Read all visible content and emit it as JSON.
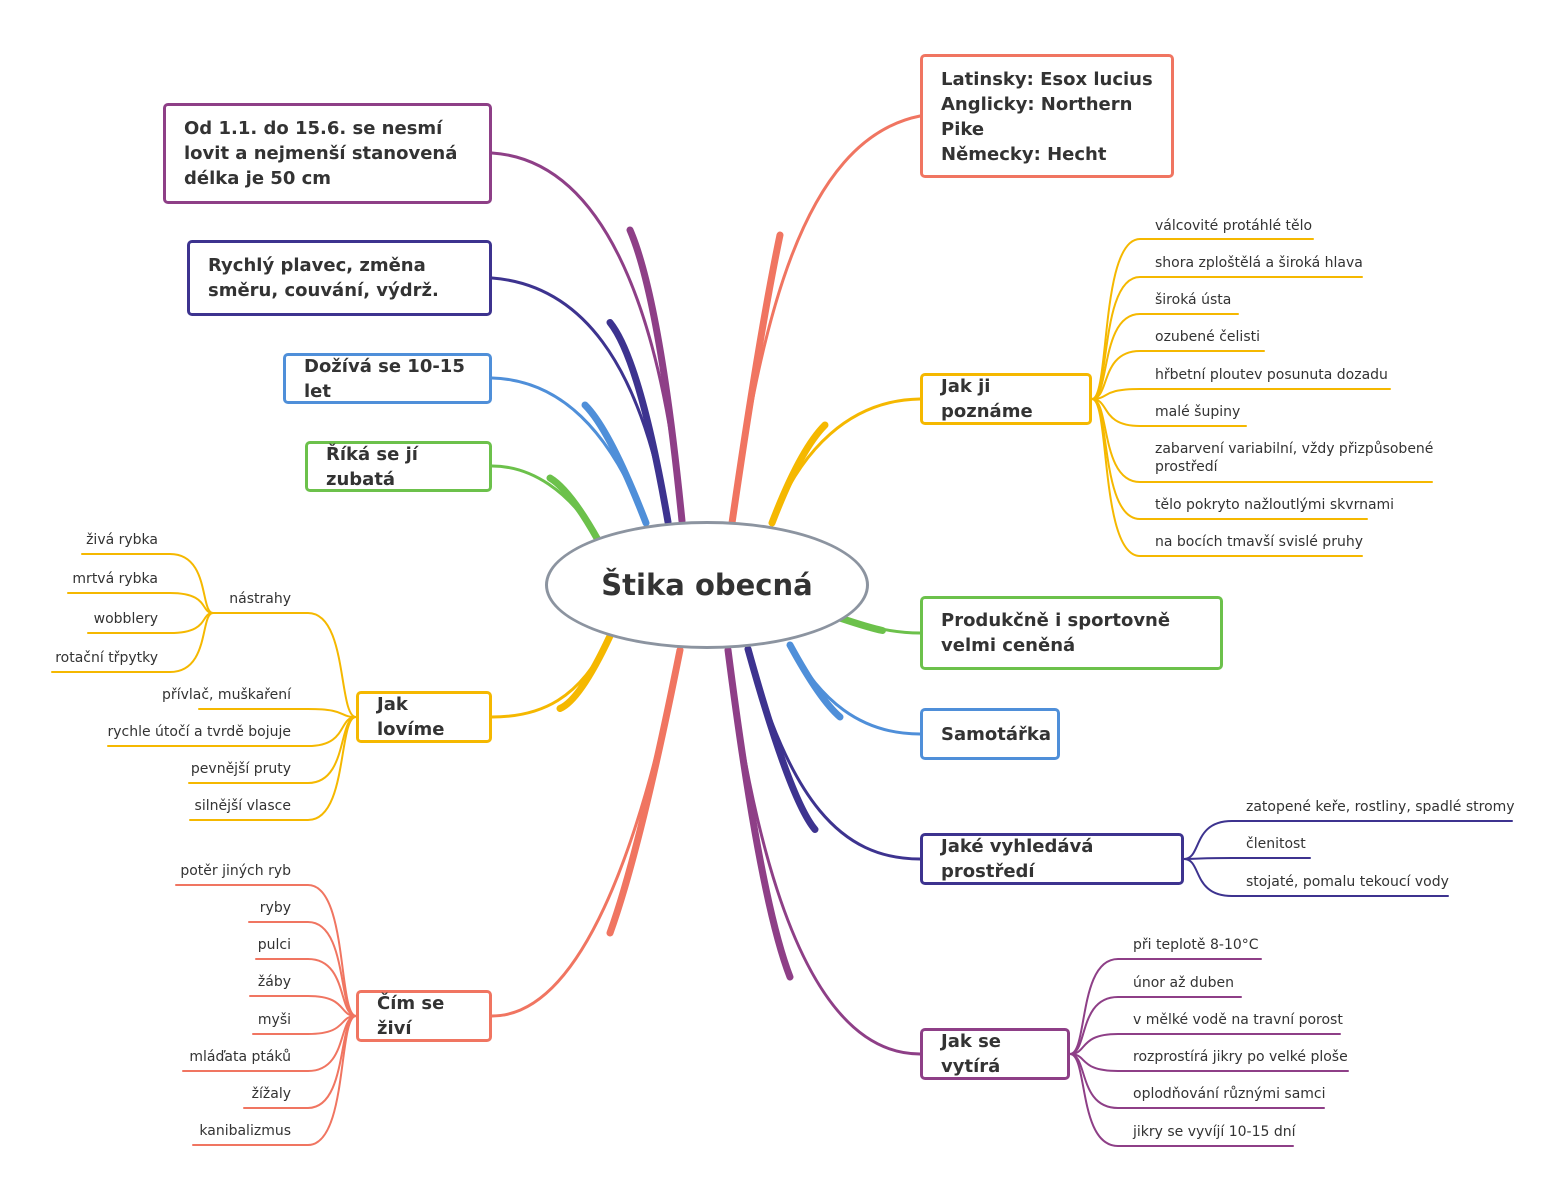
{
  "central": {
    "label": "Štika obecná"
  },
  "colors": {
    "salmon": "#f07561",
    "yellow": "#f5b800",
    "green": "#6cc14b",
    "blue": "#4f8fd9",
    "navy": "#3d338f",
    "purple": "#8e3f87",
    "central_border": "#8c94a0"
  },
  "topics": {
    "latin_names": {
      "label": "Latinsky: Esox lucius\nAnglicky: Northern Pike\nNěmecky: Hecht"
    },
    "recognize": {
      "label": "Jak ji poznáme",
      "items": [
        "válcovité protáhlé tělo",
        "shora zploštělá a široká hlava",
        "široká ústa",
        "ozubené čelisti",
        "hřbetní ploutev posunuta dozadu",
        "malé šupiny",
        "zabarvení variabilní, vždy přizpůsobené prostředí",
        "tělo pokryto nažloutlými skvrnami",
        "na bocích tmavší svislé pruhy"
      ]
    },
    "valued": {
      "label": "Produkčně i sportovně velmi ceněná"
    },
    "solitary": {
      "label": "Samotářka"
    },
    "environment": {
      "label": "Jaké vyhledává prostředí",
      "items": [
        "zatopené keře, rostliny, spadlé stromy",
        "členitost",
        "stojaté, pomalu tekoucí vody"
      ]
    },
    "spawning": {
      "label": "Jak se vytírá",
      "items": [
        "při teplotě 8-10°C",
        "únor až duben",
        "v mělké vodě na travní porost",
        "rozprostírá jikry po velké ploše",
        "oplodňování různými samci",
        "jikry se vyvíjí 10-15 dní"
      ]
    },
    "season": {
      "label": "Od 1.1. do 15.6. se nesmí lovit a nejmenší stanovená délka je 50 cm"
    },
    "swimmer": {
      "label": "Rychlý plavec, změna směru, couvání, výdrž."
    },
    "lifespan": {
      "label": "Dožívá se 10-15 let"
    },
    "nickname": {
      "label": "Říká se jí zubatá"
    },
    "fishing": {
      "label": "Jak lovíme",
      "lures": {
        "label": "nástrahy",
        "items": [
          "živá rybka",
          "mrtvá rybka",
          "wobblery",
          "rotační třpytky"
        ]
      },
      "items": [
        "přívlač, muškaření",
        "rychle útočí a tvrdě bojuje",
        "pevnější pruty",
        "silnější vlasce"
      ]
    },
    "diet": {
      "label": "Čím se živí",
      "items": [
        "potěr jiných ryb",
        "ryby",
        "pulci",
        "žáby",
        "myši",
        "mláďata ptáků",
        "žížaly",
        "kanibalizmus"
      ]
    }
  }
}
